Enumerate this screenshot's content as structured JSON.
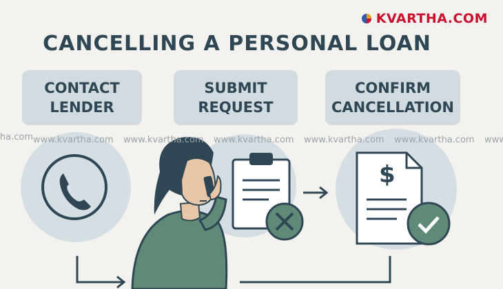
{
  "brand": {
    "name": "KVARTHA.COM",
    "color": "#c8102e"
  },
  "title": "CANCELLING A PERSONAL LOAN",
  "steps": [
    {
      "label": "CONTACT\nLENDER",
      "icon": "phone-icon"
    },
    {
      "label": "SUBMIT\nREQUEST",
      "icon": "clipboard-cancel-icon"
    },
    {
      "label": "CONFIRM\nCANCELLATION",
      "icon": "document-check-icon"
    }
  ],
  "watermark": "www.kvartha.com",
  "document_symbol": "$",
  "colors": {
    "background": "#f3f2ee",
    "box": "#d2dbe0",
    "text": "#2f4654",
    "circle": "#d5dee3",
    "accent_green": "#5f8a78",
    "dark_green": "#4d6b60"
  }
}
